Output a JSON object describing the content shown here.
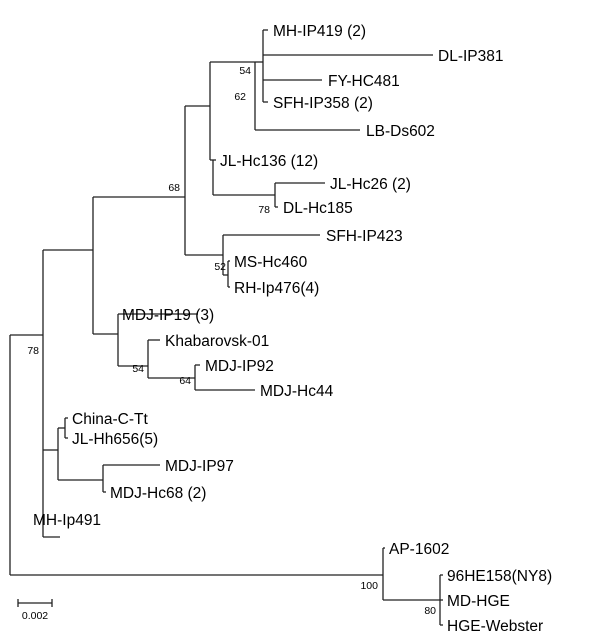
{
  "leaves": [
    {
      "id": "MH-IP419",
      "label": "MH-IP419 (2)"
    },
    {
      "id": "DL-IP381",
      "label": "DL-IP381"
    },
    {
      "id": "FY-HC481",
      "label": "FY-HC481"
    },
    {
      "id": "SFH-IP358",
      "label": "SFH-IP358 (2)"
    },
    {
      "id": "LB-Ds602",
      "label": "LB-Ds602"
    },
    {
      "id": "JL-Hc136",
      "label": "JL-Hc136 (12)"
    },
    {
      "id": "JL-Hc26",
      "label": "JL-Hc26 (2)"
    },
    {
      "id": "DL-Hc185",
      "label": "DL-Hc185"
    },
    {
      "id": "SFH-IP423",
      "label": "SFH-IP423"
    },
    {
      "id": "MS-Hc460",
      "label": "MS-Hc460"
    },
    {
      "id": "RH-Ip476",
      "label": "RH-Ip476(4)"
    },
    {
      "id": "MDJ-IP19",
      "label": "MDJ-IP19 (3)"
    },
    {
      "id": "Khabarovsk-01",
      "label": "Khabarovsk-01"
    },
    {
      "id": "MDJ-IP92",
      "label": "MDJ-IP92"
    },
    {
      "id": "MDJ-Hc44",
      "label": "MDJ-Hc44"
    },
    {
      "id": "China-C-Tt",
      "label": "China-C-Tt"
    },
    {
      "id": "JL-Hh656",
      "label": "JL-Hh656(5)"
    },
    {
      "id": "MDJ-IP97",
      "label": "MDJ-IP97"
    },
    {
      "id": "MDJ-Hc68",
      "label": "MDJ-Hc68 (2)"
    },
    {
      "id": "MH-Ip491",
      "label": "MH-Ip491"
    },
    {
      "id": "AP-1602",
      "label": "AP-1602"
    },
    {
      "id": "96HE158",
      "label": "96HE158(NY8)"
    },
    {
      "id": "MD-HGE",
      "label": "MD-HGE"
    },
    {
      "id": "HGE-Webster",
      "label": "HGE-Webster"
    }
  ],
  "bootstrap": [
    {
      "node": "SFH-IP358-FY-HC481-clade",
      "value": "54"
    },
    {
      "node": "MH-IP419-clade",
      "value": "62"
    },
    {
      "node": "JL-Hc26-DL-Hc185-clade",
      "value": "78"
    },
    {
      "node": "upper-clade",
      "value": "68"
    },
    {
      "node": "MS-Hc460-RH-Ip476-clade",
      "value": "52"
    },
    {
      "node": "Khabarovsk-MDJ-clade",
      "value": "54"
    },
    {
      "node": "MDJ-IP92-MDJ-Hc44-clade",
      "value": "64"
    },
    {
      "node": "main-asian-clade",
      "value": "78"
    },
    {
      "node": "HGE-clade",
      "value": "100"
    },
    {
      "node": "MD-HGE-HGE-Webster-clade",
      "value": "80"
    }
  ],
  "scale_bar": {
    "value": 0.002,
    "label": "0.002"
  }
}
